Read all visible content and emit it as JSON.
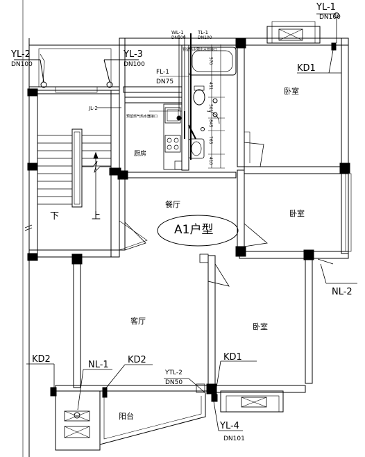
{
  "pipes": {
    "yl1": {
      "name": "YL-1",
      "dn": "DN100"
    },
    "yl2": {
      "name": "YL-2",
      "dn": "DN100"
    },
    "yl3": {
      "name": "YL-3",
      "dn": "DN100"
    },
    "yl4": {
      "name": "YL-4",
      "dn": "DN101"
    },
    "nl1": {
      "name": "NL-1"
    },
    "nl2": {
      "name": "NL-2"
    },
    "wl1": {
      "name": "WL-1",
      "dn": "DN100"
    },
    "tl1": {
      "name": "TL-1",
      "dn": "DN100"
    },
    "fl1": {
      "name": "FL-1",
      "dn": "DN75"
    },
    "jl2": {
      "name": "JL-2"
    },
    "ytl2": {
      "name": "YTL-2",
      "dn": "DN50"
    }
  },
  "kd_labels": {
    "kd1_top": "KD1",
    "kd1_bottom": "KD1",
    "kd2_left": "KD2",
    "kd2_mid": "KD2"
  },
  "rooms": {
    "bedroom_top": "卧室",
    "bedroom_mid": "卧室",
    "bedroom_bottom": "卧室",
    "dining": "餐厅",
    "living": "客厅",
    "kitchen": "厨房",
    "balcony": "阳台"
  },
  "stairs": {
    "down": "下",
    "up": "上"
  },
  "unit_title": "A1户型",
  "dims": [
    "570",
    "451",
    "501",
    "845",
    "765",
    "410"
  ],
  "notes": {
    "note_a": "预留热水器出水管接口",
    "note_b": "预留燃气热水器接口"
  }
}
